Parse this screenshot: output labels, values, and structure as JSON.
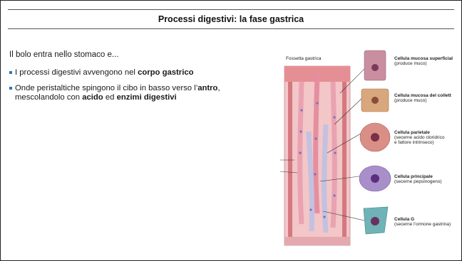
{
  "slide": {
    "title": "Processi digestivi: la fase gastrica",
    "intro": "Il bolo entra nello stomaco e...",
    "bullet1": {
      "t1": "I processi digestivi avvengono nel ",
      "b1": "corpo gastrico"
    },
    "bullet2": {
      "t1": "Onde peristaltiche spingono il cibo in basso verso l’",
      "b1": "antro",
      "t2": ", mescolandolo con ",
      "b2": "acido",
      "t3": " ed ",
      "b3": "enzimi digestivi"
    }
  },
  "figure": {
    "pit_label": "Fossetta gastrica",
    "cells": [
      {
        "title": "Cellula mucosa superficial",
        "desc": "(produce muco)",
        "color": "#c98fa0"
      },
      {
        "title": "Cellula mucosa del collett",
        "desc": "(produce muco)",
        "color": "#d9a77c"
      },
      {
        "title": "Cellula parietale",
        "desc": "(secerne acido cloridrico",
        "desc2": "e fattore intrinseco)",
        "color": "#d98f86"
      },
      {
        "title": "Cellula principale",
        "desc": "(secerne pepsinogeno)",
        "color": "#a98fc9"
      },
      {
        "title": "Cellula G",
        "desc": "(secerne l’ormone gastrina)",
        "color": "#6fb3b6"
      }
    ]
  }
}
